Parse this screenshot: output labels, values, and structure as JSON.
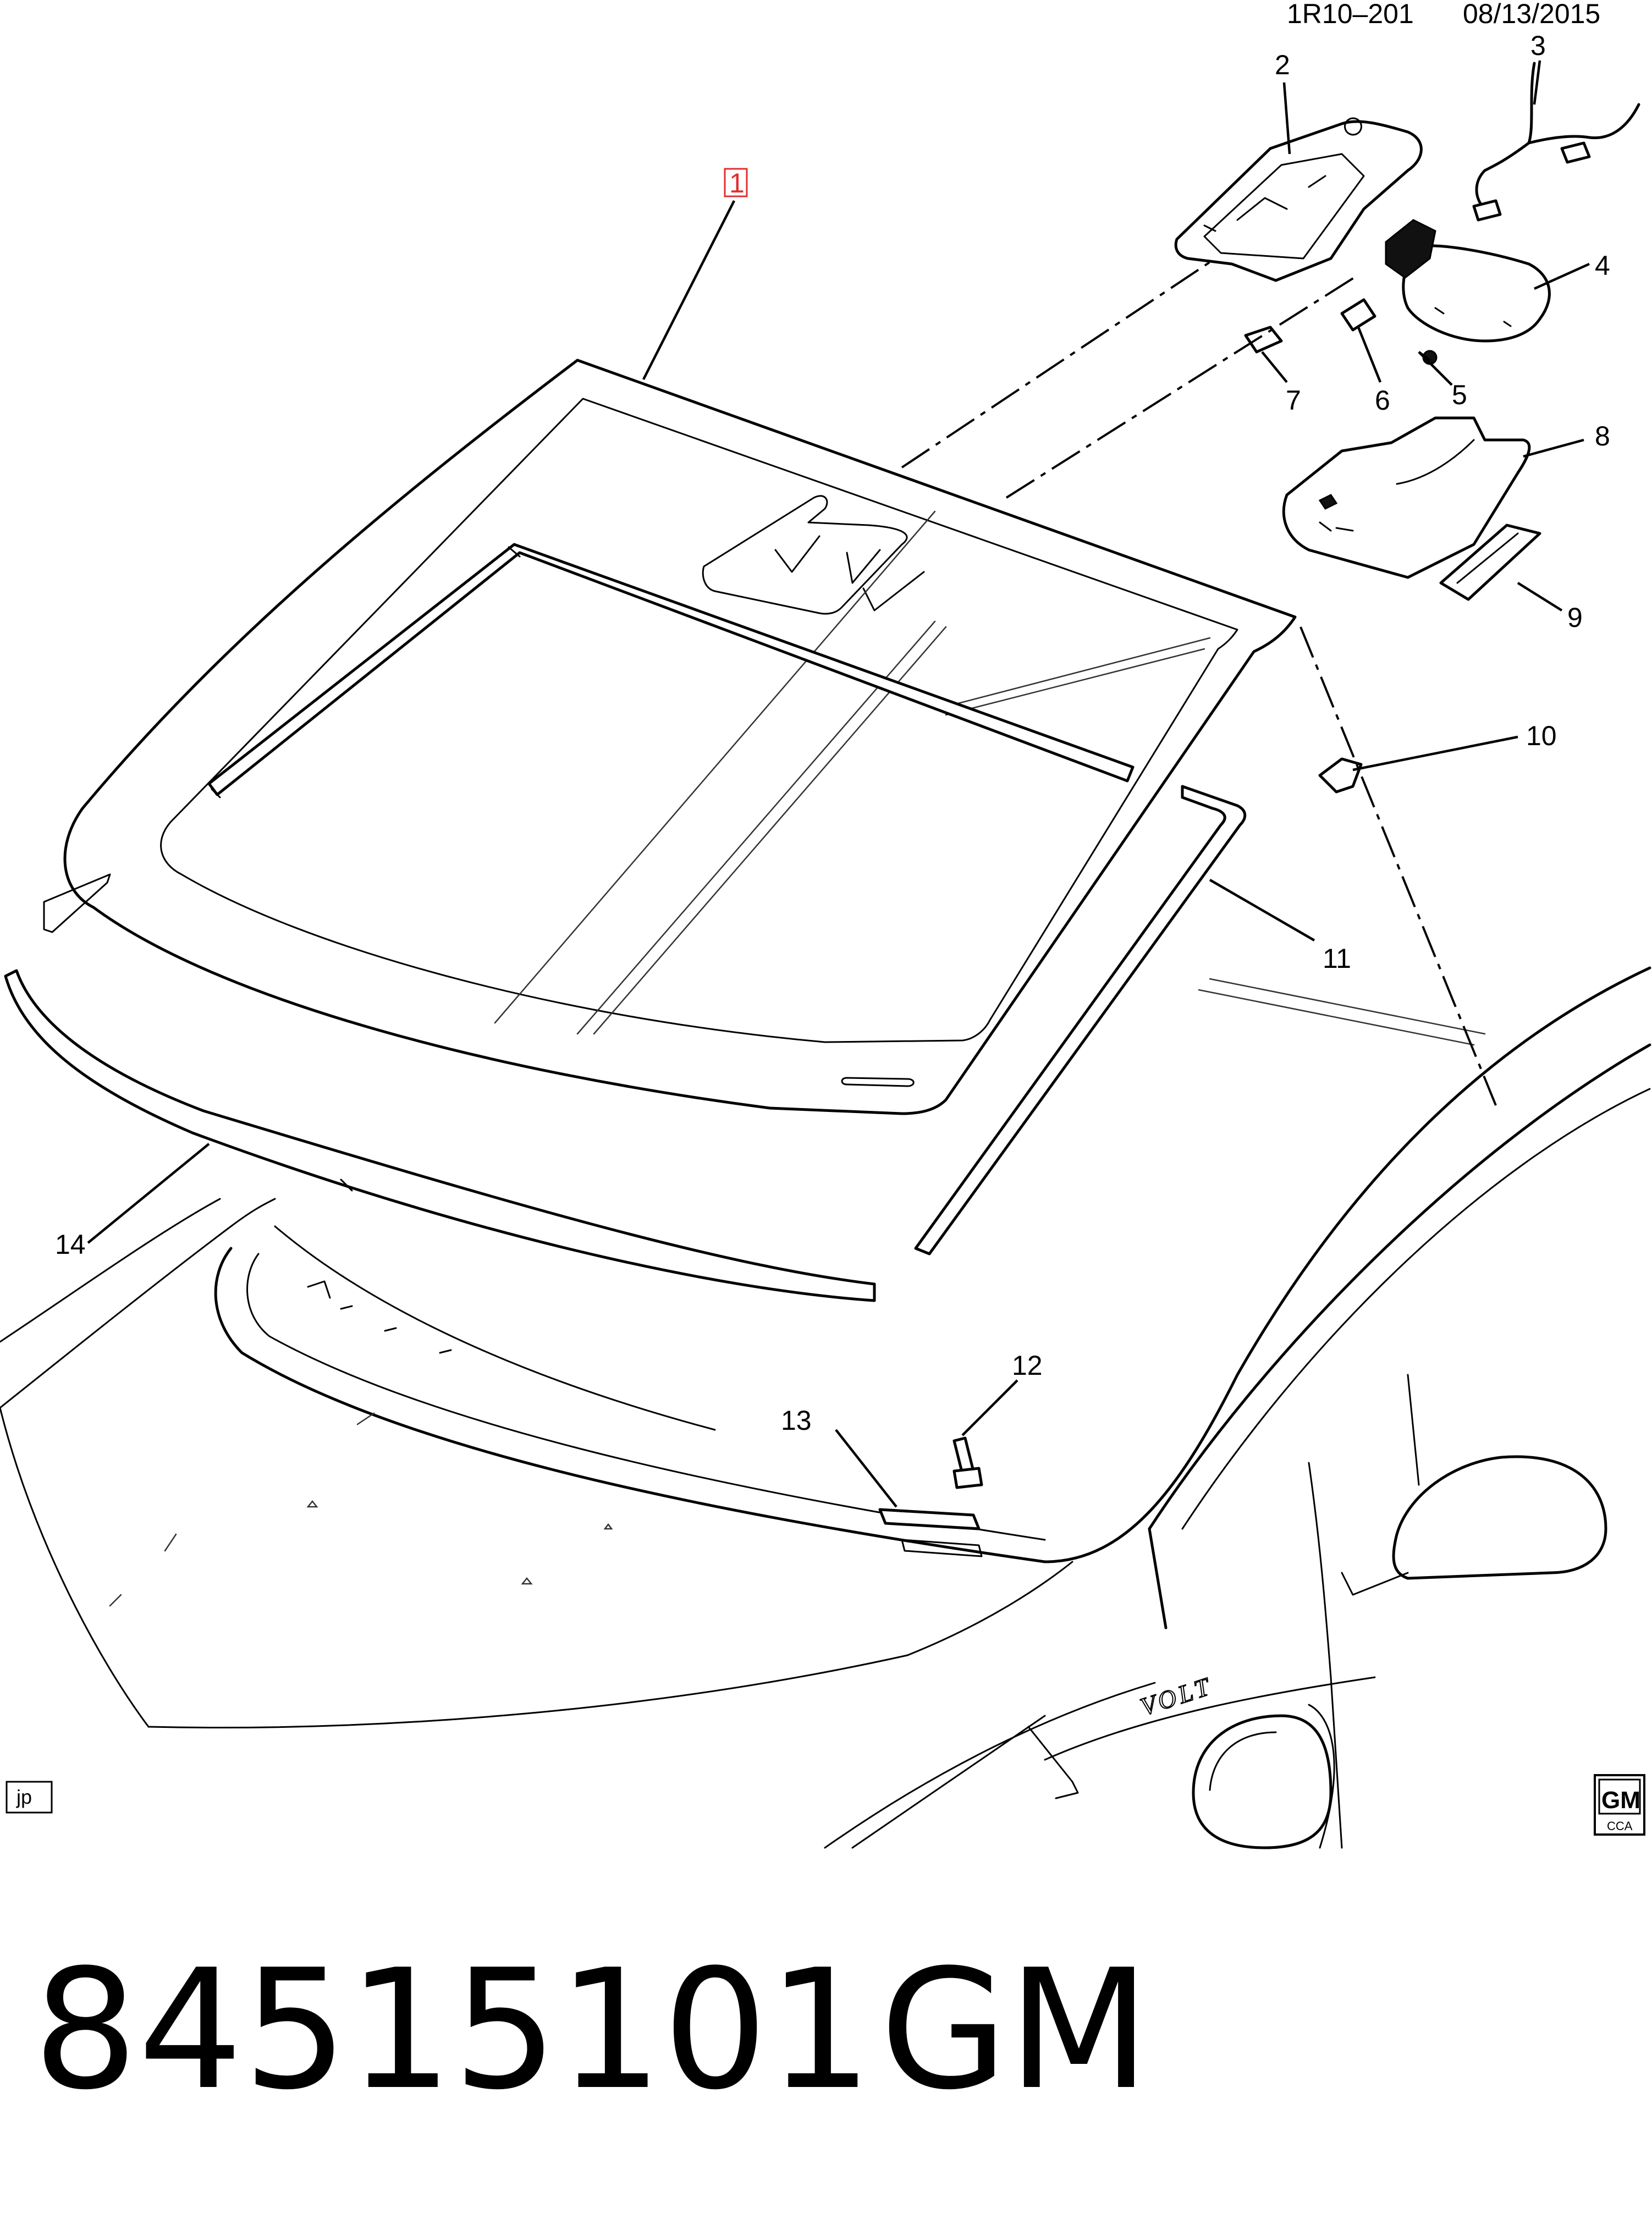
{
  "header": {
    "diagram_code": "1R10–201",
    "date": "08/13/2015"
  },
  "callouts": [
    {
      "id": "1",
      "label": "1",
      "highlighted": true
    },
    {
      "id": "2",
      "label": "2"
    },
    {
      "id": "3",
      "label": "3"
    },
    {
      "id": "4",
      "label": "4"
    },
    {
      "id": "5",
      "label": "5"
    },
    {
      "id": "6",
      "label": "6"
    },
    {
      "id": "7",
      "label": "7"
    },
    {
      "id": "8",
      "label": "8"
    },
    {
      "id": "9",
      "label": "9"
    },
    {
      "id": "10",
      "label": "10"
    },
    {
      "id": "11",
      "label": "11"
    },
    {
      "id": "12",
      "label": "12"
    },
    {
      "id": "13",
      "label": "13"
    },
    {
      "id": "14",
      "label": "14"
    }
  ],
  "highlight_color": "#e03030",
  "badges": {
    "left": "jp",
    "gm_logo": "GM",
    "gm_sub": "CCA"
  },
  "vehicle_badge": "VOLT",
  "footer": {
    "part_number": "84515101",
    "brand": "GM"
  }
}
